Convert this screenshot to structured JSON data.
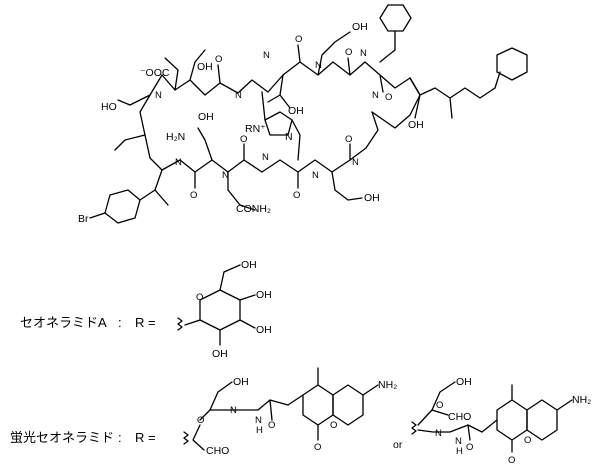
{
  "labels": {
    "seonamide_a": "セオネラミドA",
    "fluorescent_seonamide": "蛍光セオネラミド",
    "colon": ":",
    "r_equals": "R =",
    "or": "or"
  },
  "atoms": {
    "carboxylate": "⁻OOC",
    "oh": "OH",
    "ho": "HO",
    "nh": "N",
    "h": "H",
    "o": "O",
    "h2n": "H₂N",
    "conh2": "CONH₂",
    "nh2": "NH₂",
    "br": "Br",
    "rn_plus": "RN⁺",
    "n": "N",
    "cho": "CHO"
  }
}
